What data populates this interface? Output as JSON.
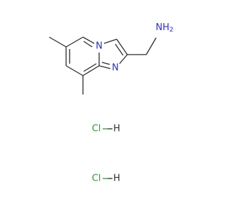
{
  "molecule": {
    "atoms": {
      "n_bridge": "N",
      "n_imine": "N",
      "amine": "NH",
      "amine_sub": "2"
    },
    "salts": [
      {
        "cl": "Cl",
        "h": "H"
      },
      {
        "cl": "Cl",
        "h": "H"
      }
    ]
  },
  "colors": {
    "nitrogen": "#2a2ad6",
    "chlorine": "#2a9a2a",
    "carbon": "#2b2b2b"
  }
}
